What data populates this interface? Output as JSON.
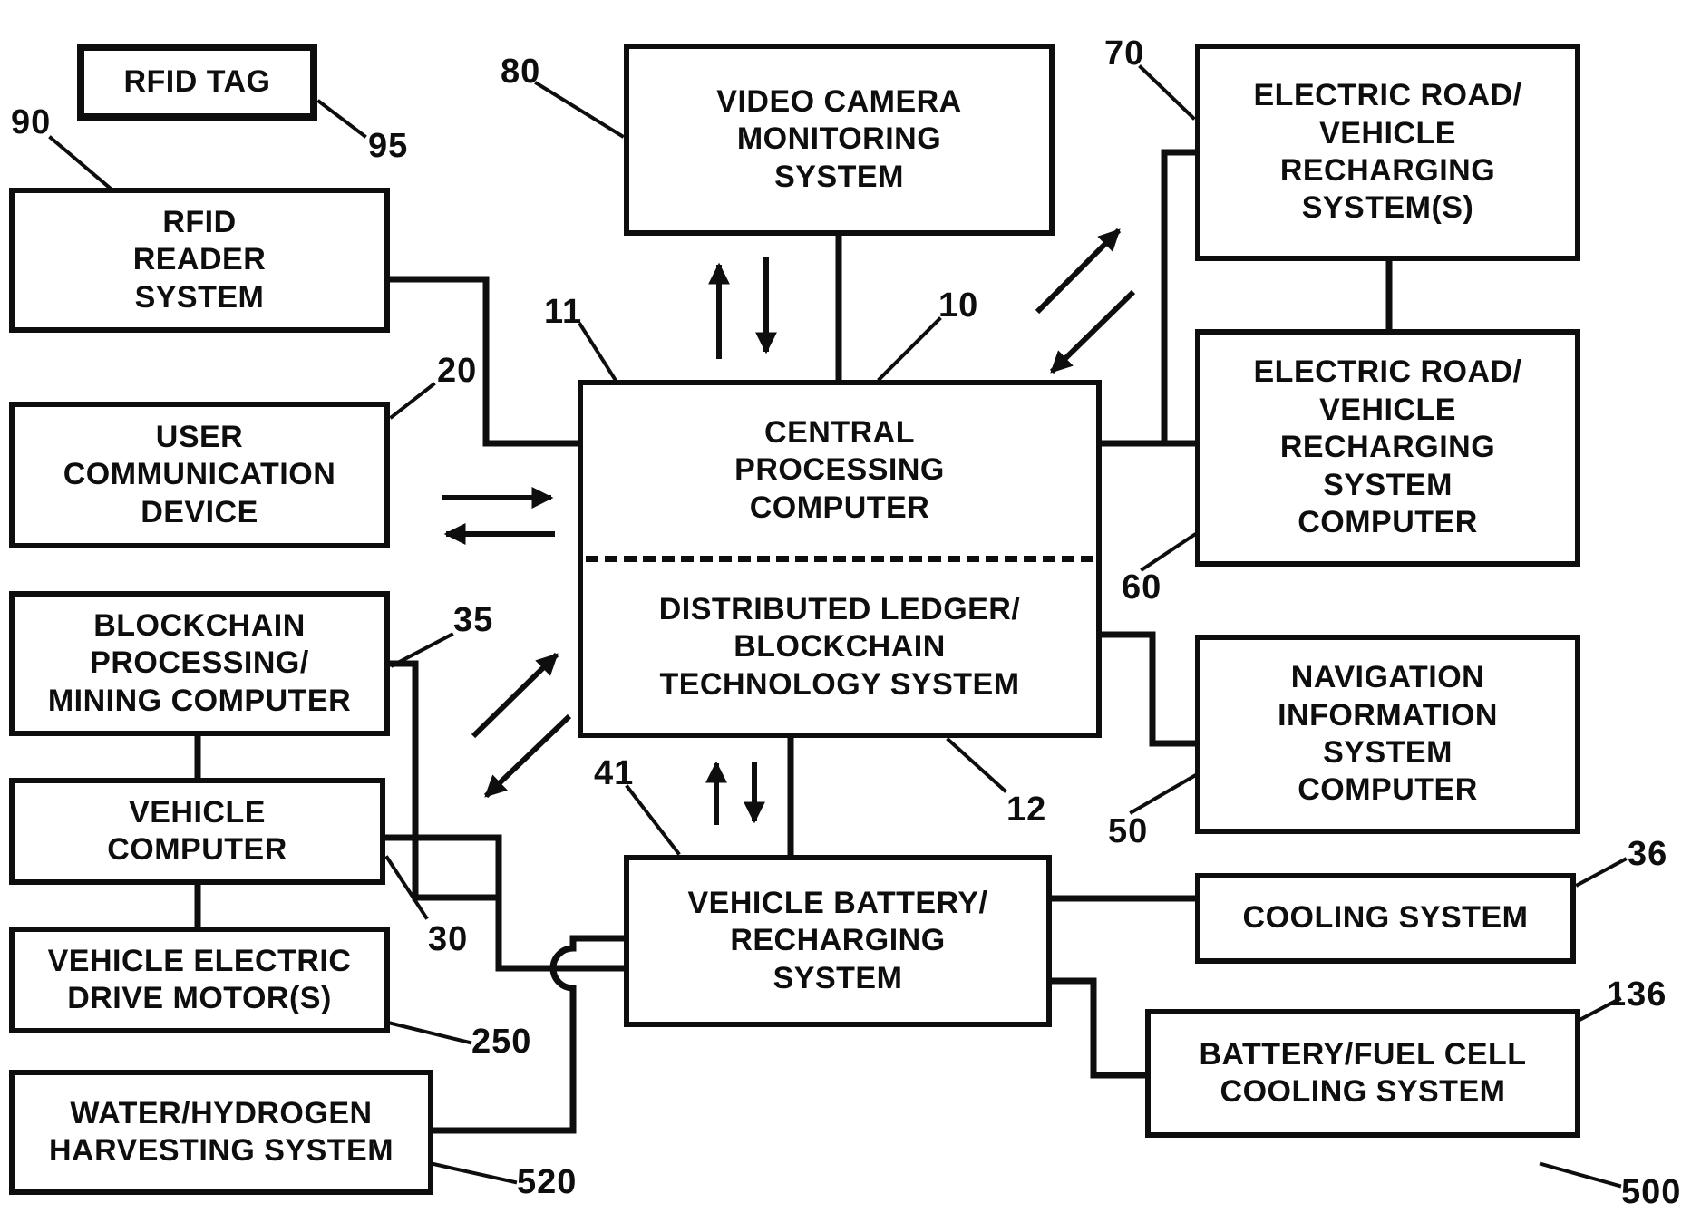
{
  "diagram": {
    "type": "patent-block-diagram",
    "background_color": "#ffffff",
    "line_color": "#0e0e0e",
    "text_color": "#0e0e0e"
  },
  "boxes": {
    "rfid_tag": {
      "label": "RFID TAG",
      "ref": "95"
    },
    "rfid_reader": {
      "label": "RFID\nREADER\nSYSTEM",
      "ref": "90"
    },
    "user_comm": {
      "label": "USER\nCOMMUNICATION\nDEVICE",
      "ref": "20"
    },
    "blockchain": {
      "label": "BLOCKCHAIN\nPROCESSING/\nMINING COMPUTER",
      "ref": "35"
    },
    "vehicle_computer": {
      "label": "VEHICLE\nCOMPUTER",
      "ref": "30"
    },
    "drive_motors": {
      "label": "VEHICLE ELECTRIC\nDRIVE MOTOR(S)",
      "ref": "250"
    },
    "water_hydrogen": {
      "label": "WATER/HYDROGEN\nHARVESTING SYSTEM",
      "ref": "520"
    },
    "video_camera": {
      "label": "VIDEO CAMERA\nMONITORING\nSYSTEM",
      "ref": "80"
    },
    "central": {
      "top_label": "CENTRAL\nPROCESSING\nCOMPUTER",
      "bottom_label": "DISTRIBUTED LEDGER/\nBLOCKCHAIN\nTECHNOLOGY SYSTEM",
      "top_ref_left": "11",
      "top_ref_right": "10",
      "bottom_ref": "12"
    },
    "road_recharging": {
      "label": "ELECTRIC ROAD/\nVEHICLE\nRECHARGING\nSYSTEM(S)",
      "ref": "70"
    },
    "road_recharging_computer": {
      "label": "ELECTRIC ROAD/\nVEHICLE\nRECHARGING\nSYSTEM\nCOMPUTER",
      "ref": "60"
    },
    "navigation": {
      "label": "NAVIGATION\nINFORMATION\nSYSTEM\nCOMPUTER",
      "ref": "50"
    },
    "battery": {
      "label": "VEHICLE BATTERY/\nRECHARGING\nSYSTEM",
      "ref": "41"
    },
    "cooling": {
      "label": "COOLING SYSTEM",
      "ref": "36"
    },
    "fuel_cell_cooling": {
      "label": "BATTERY/FUEL CELL\nCOOLING SYSTEM",
      "ref": "136"
    }
  },
  "refs": {
    "n95": "95",
    "n90": "90",
    "n20": "20",
    "n35": "35",
    "n30": "30",
    "n250": "250",
    "n520": "520",
    "n80": "80",
    "n11": "11",
    "n10": "10",
    "n12": "12",
    "n41": "41",
    "n70": "70",
    "n60": "60",
    "n50": "50",
    "n36": "36",
    "n136": "136",
    "n500": "500"
  }
}
